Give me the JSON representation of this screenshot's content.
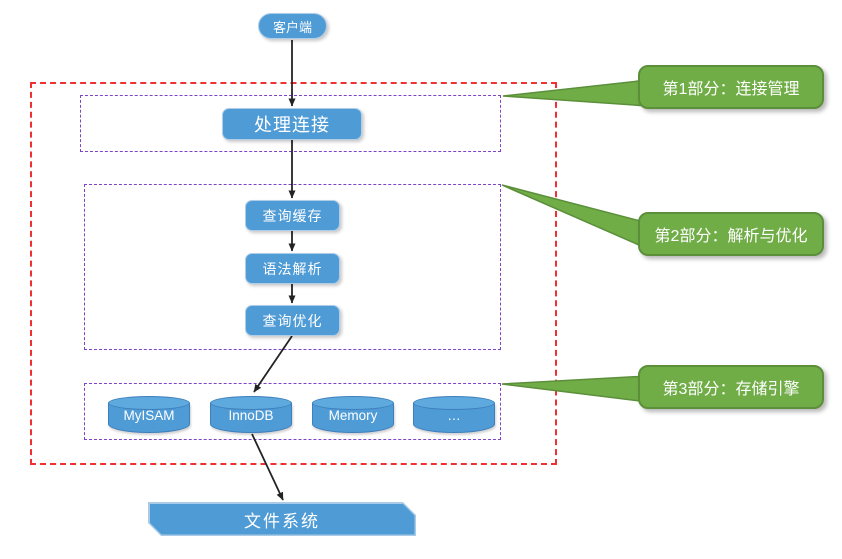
{
  "nodes": {
    "client": {
      "label": "客户端"
    },
    "handle_connection": {
      "label": "处理连接"
    },
    "query_cache": {
      "label": "查询缓存"
    },
    "syntax_parser": {
      "label": "语法解析"
    },
    "query_optimizer": {
      "label": "查询优化"
    },
    "engines": [
      {
        "label": "MyISAM"
      },
      {
        "label": "InnoDB"
      },
      {
        "label": "Memory"
      },
      {
        "label": "…"
      }
    ],
    "file_system": {
      "label": "文件系统"
    }
  },
  "callouts": [
    {
      "label": "第1部分：连接管理"
    },
    {
      "label": "第2部分：解析与优化"
    },
    {
      "label": "第3部分：存储引擎"
    }
  ],
  "colors": {
    "node_fill": "#4f9bd5",
    "node_border_light": "#aecde9",
    "cylinder_border": "#3e7fbd",
    "callout_fill": "#70ad47",
    "callout_border": "#5b8f3a",
    "outer_boundary_dash": "#ee3133",
    "section_boundary_dash": "#7d45c6",
    "arrow": "#242424",
    "text": "#ffffff"
  }
}
